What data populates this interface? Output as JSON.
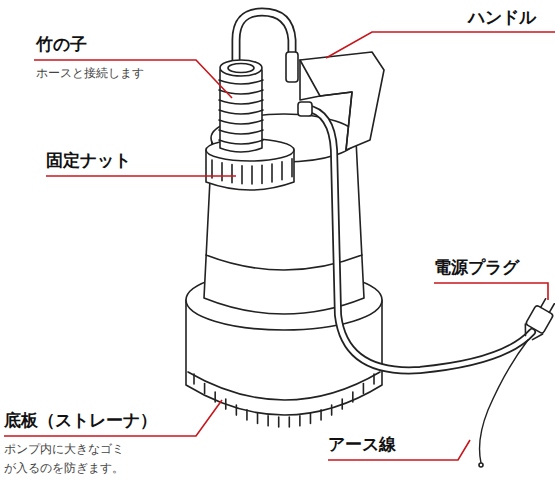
{
  "diagram": {
    "labels": [
      "ハンドル",
      "竹の子",
      "ホースと接続します",
      "固定ナット",
      "電源プラグ",
      "底板（ストレーナ）",
      "ポンプ内に大きなゴミが入るのを防ぎます。",
      "アース線"
    ]
  }
}
